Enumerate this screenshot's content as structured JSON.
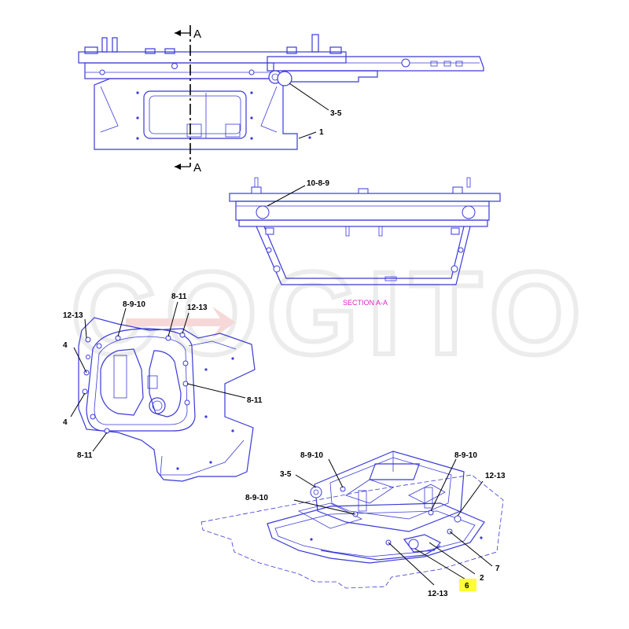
{
  "watermark": "COGITO",
  "section_markers": {
    "top": "A",
    "bottom": "A"
  },
  "section_caption": "SECTION A-A",
  "labels": {
    "top_view": [
      "3-5",
      "1"
    ],
    "section_view": [
      "10-8-9"
    ],
    "plan_view": [
      "12-13",
      "8-9-10",
      "8-11",
      "12-13",
      "4",
      "4",
      "8-11",
      "8-11"
    ],
    "iso_view": [
      "8-9-10",
      "8-9-10",
      "12-13",
      "3-5",
      "8-9-10",
      "7",
      "2",
      "6",
      "12-13"
    ]
  },
  "highlighted_label": "6",
  "colors": {
    "line": "#3a3ad8",
    "highlight": "#ffff33",
    "caption": "#e020c0"
  }
}
